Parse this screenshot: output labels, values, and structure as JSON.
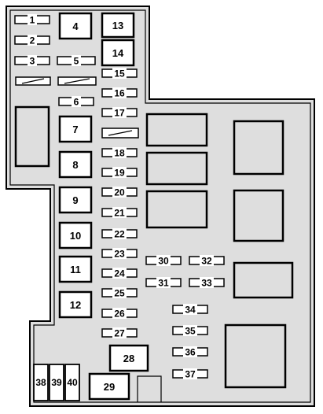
{
  "diagram": {
    "small_fuses": [
      {
        "label": "1"
      },
      {
        "label": "2"
      },
      {
        "label": "3"
      },
      {
        "label": "5"
      },
      {
        "label": "6"
      },
      {
        "label": "15"
      },
      {
        "label": "16"
      },
      {
        "label": "17"
      },
      {
        "label": "18"
      },
      {
        "label": "19"
      },
      {
        "label": "20"
      },
      {
        "label": "21"
      },
      {
        "label": "22"
      },
      {
        "label": "23"
      },
      {
        "label": "24"
      },
      {
        "label": "25"
      },
      {
        "label": "26"
      },
      {
        "label": "27"
      },
      {
        "label": "30"
      },
      {
        "label": "31"
      },
      {
        "label": "32"
      },
      {
        "label": "33"
      },
      {
        "label": "34"
      },
      {
        "label": "35"
      },
      {
        "label": "36"
      },
      {
        "label": "37"
      }
    ],
    "cartridge_fuses": [
      {
        "label": "4"
      },
      {
        "label": "7"
      },
      {
        "label": "8"
      },
      {
        "label": "9"
      },
      {
        "label": "10"
      },
      {
        "label": "11"
      },
      {
        "label": "12"
      },
      {
        "label": "13"
      },
      {
        "label": "14"
      },
      {
        "label": "28"
      },
      {
        "label": "29"
      }
    ],
    "mini_vertical_fuses": [
      {
        "label": "38"
      },
      {
        "label": "39"
      },
      {
        "label": "40"
      }
    ]
  }
}
